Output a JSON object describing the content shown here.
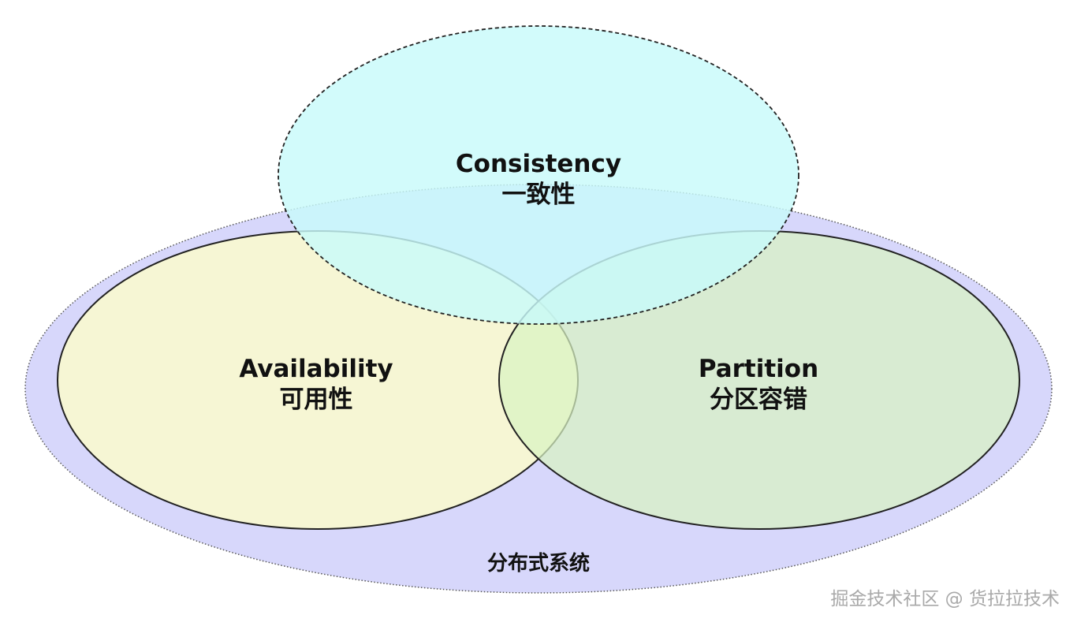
{
  "system": {
    "label": "分布式系统",
    "color": "#d7d7fb"
  },
  "availability": {
    "title": "Availability",
    "subtitle": "可用性",
    "color": "#f6f6d4"
  },
  "partition": {
    "title": "Partition",
    "subtitle": "分区容错",
    "color": "#e4f6d4"
  },
  "consistency": {
    "title": "Consistency",
    "subtitle": "一致性",
    "color": "#c8fafa"
  },
  "watermark": "掘金技术社区 @ 货拉拉技术"
}
